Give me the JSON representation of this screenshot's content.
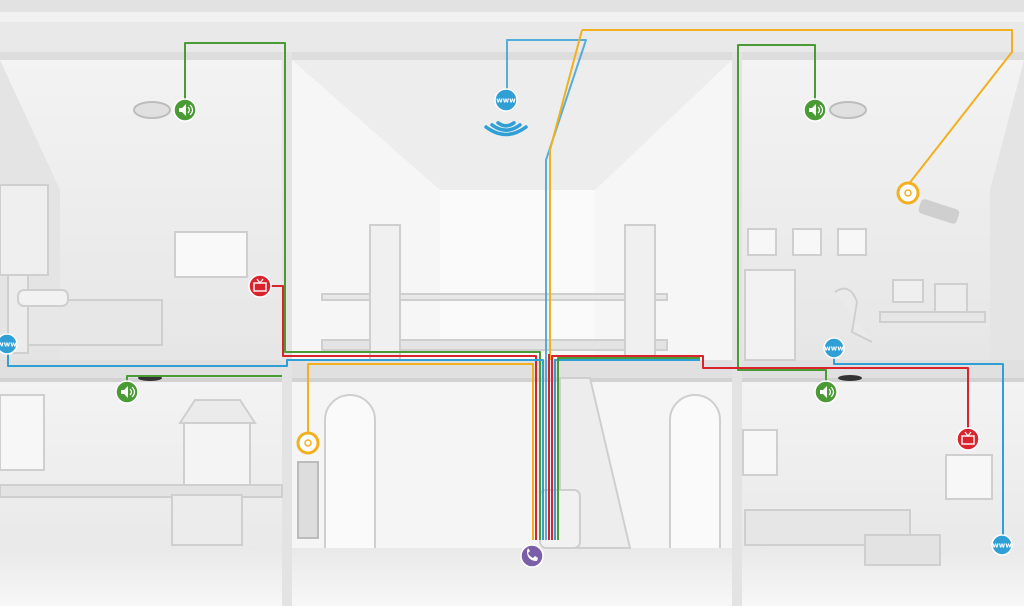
{
  "colors": {
    "audio": "#4a9a35",
    "tv": "#d9232d",
    "data": "#2f9fd6",
    "security": "#f2b01e",
    "phone": "#7b5ea8",
    "wall": "#ececec",
    "line": "#d4d4d4"
  },
  "network_label": "www",
  "points": [
    {
      "id": "speaker-bedroom",
      "type": "audio",
      "icon": "speaker-icon"
    },
    {
      "id": "wifi-hall",
      "type": "data",
      "icon": "wifi-icon",
      "label": "www"
    },
    {
      "id": "speaker-office",
      "type": "audio",
      "icon": "speaker-icon"
    },
    {
      "id": "tv-bedroom",
      "type": "tv",
      "icon": "tv-icon"
    },
    {
      "id": "camera-office",
      "type": "security",
      "icon": "security-ring-icon"
    },
    {
      "id": "data-bedroom",
      "type": "data",
      "icon": "globe-icon",
      "label": "www"
    },
    {
      "id": "data-office",
      "type": "data",
      "icon": "globe-icon",
      "label": "www"
    },
    {
      "id": "speaker-kitchen",
      "type": "audio",
      "icon": "speaker-icon"
    },
    {
      "id": "speaker-living",
      "type": "audio",
      "icon": "speaker-icon"
    },
    {
      "id": "intercom-entrance",
      "type": "security",
      "icon": "security-ring-icon"
    },
    {
      "id": "tv-living",
      "type": "tv",
      "icon": "tv-icon"
    },
    {
      "id": "data-living",
      "type": "data",
      "icon": "globe-icon",
      "label": "www"
    },
    {
      "id": "phone-hub",
      "type": "phone",
      "icon": "phone-icon"
    }
  ]
}
